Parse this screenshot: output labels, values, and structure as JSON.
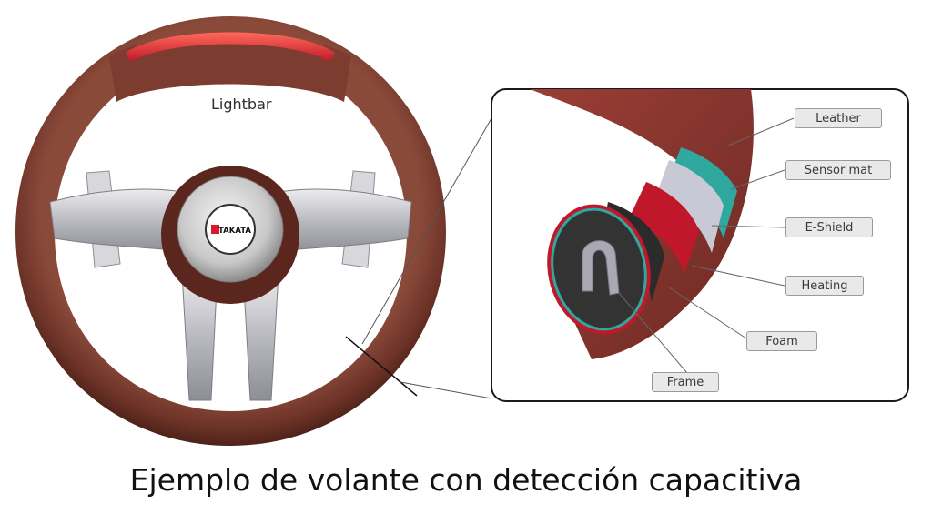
{
  "brand": "TAKATA",
  "lightbar_label": "Lightbar",
  "layers": [
    {
      "id": "leather",
      "label": "Leather",
      "color": "#7a2f2a"
    },
    {
      "id": "sensor",
      "label": "Sensor mat",
      "color": "#2fa8a0"
    },
    {
      "id": "eshield",
      "label": "E-Shield",
      "color": "#c9c9d6"
    },
    {
      "id": "heating",
      "label": "Heating",
      "color": "#c0182a"
    },
    {
      "id": "foam",
      "label": "Foam",
      "color": "#2b2b2b"
    },
    {
      "id": "frame",
      "label": "Frame",
      "color": "#a9a9b4"
    }
  ],
  "caption": "Ejemplo de volante con detección capacitiva"
}
